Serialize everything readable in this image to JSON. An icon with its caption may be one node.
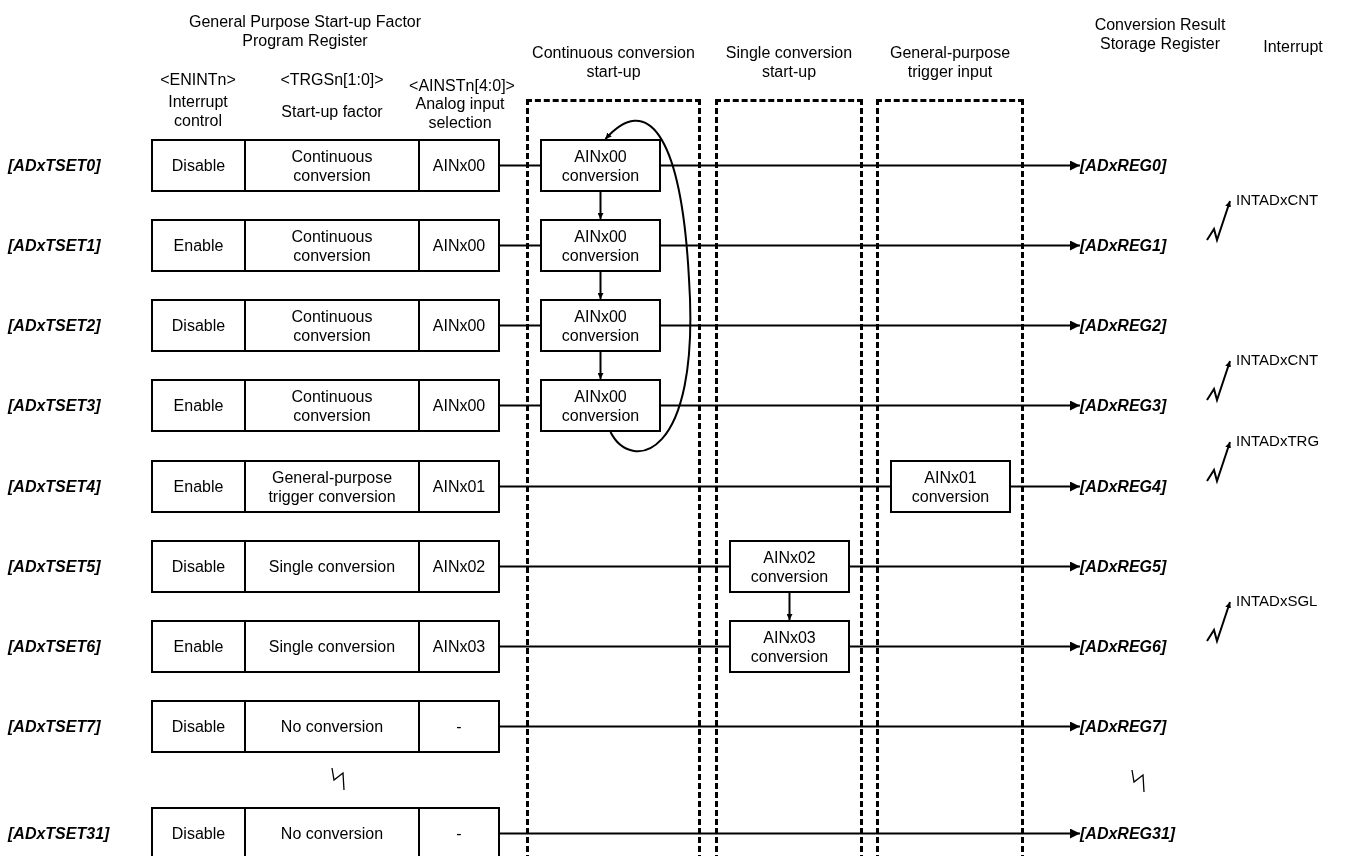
{
  "diagram": {
    "nodes": [
      {
        "text": [
          "Continuous conversion start-up"
        ]
      },
      {
        "text": [
          "Single conversion start-up"
        ]
      },
      {
        "text": [
          "General-purpose trigger input"
        ]
      },
      {
        "text": [
          "Disable"
        ]
      },
      {
        "text": [
          "Continuous conversion"
        ]
      },
      {
        "text": [
          "AINx00"
        ]
      },
      {
        "text": [
          "AINx00 conversion"
        ],
        "in": 0
      },
      {
        "text": [
          "[ADxREG0]"
        ]
      },
      {
        "text": [
          "Enable"
        ]
      },
      {
        "text": [
          "Continuous conversion"
        ]
      },
      {
        "text": [
          "AINx00"
        ]
      },
      {
        "text": [
          "AINx00 conversion"
        ],
        "in": 0
      },
      {
        "text": [
          "[ADxREG1]"
        ]
      },
      {
        "text": [
          "INTADxCNT"
        ]
      },
      {
        "text": [
          "Disable"
        ]
      },
      {
        "text": [
          "Continuous conversion"
        ]
      },
      {
        "text": [
          "AINx00"
        ]
      },
      {
        "text": [
          "AINx00 conversion"
        ],
        "in": 0
      },
      {
        "text": [
          "[ADxREG2]"
        ]
      },
      {
        "text": [
          "Enable"
        ]
      },
      {
        "text": [
          "Continuous conversion"
        ]
      },
      {
        "text": [
          "AINx00"
        ]
      },
      {
        "text": [
          "AINx00 conversion"
        ],
        "in": 0
      },
      {
        "text": [
          "[ADxREG3]"
        ]
      },
      {
        "text": [
          "INTADxCNT"
        ]
      },
      {
        "text": [
          "Enable"
        ]
      },
      {
        "text": [
          "General-purpose trigger conversion"
        ]
      },
      {
        "text": [
          "AINx01"
        ]
      },
      {
        "text": [
          "AINx01 conversion"
        ],
        "in": 2
      },
      {
        "text": [
          "[ADxREG4]"
        ]
      },
      {
        "text": [
          "INTADxTRG"
        ]
      },
      {
        "text": [
          "Disable"
        ]
      },
      {
        "text": [
          "Single conversion"
        ]
      },
      {
        "text": [
          "AINx02"
        ]
      },
      {
        "text": [
          "AINx02 conversion"
        ],
        "in": 1
      },
      {
        "text": [
          "[ADxREG5]"
        ]
      },
      {
        "text": [
          "Enable"
        ]
      },
      {
        "text": [
          "Single conversion"
        ]
      },
      {
        "text": [
          "AINx03"
        ]
      },
      {
        "text": [
          "AINx03 conversion"
        ],
        "in": 1
      },
      {
        "text": [
          "[ADxREG6]"
        ]
      },
      {
        "text": [
          "INTADxSGL"
        ]
      },
      {
        "text": [
          "Disable"
        ]
      },
      {
        "text": [
          "No conversion"
        ]
      },
      {
        "text": [
          "-"
        ]
      },
      {
        "text": [
          "[ADxREG7]"
        ]
      },
      {
        "text": [
          "Disable"
        ]
      },
      {
        "text": [
          "No conversion"
        ]
      },
      {
        "text": [
          "-"
        ]
      },
      {
        "text": [
          "[ADxREG31]"
        ]
      }
    ],
    "edges": [
      {
        "from": 5,
        "to": 6,
        "arrow": "none"
      },
      {
        "from": 6,
        "to": 7,
        "arrow": "to"
      },
      {
        "from": 10,
        "to": 11,
        "arrow": "none"
      },
      {
        "from": 11,
        "to": 12,
        "arrow": "to"
      },
      {
        "from": 12,
        "to": 13,
        "arrow": "to"
      },
      {
        "from": 16,
        "to": 17,
        "arrow": "none"
      },
      {
        "from": 17,
        "to": 18,
        "arrow": "to"
      },
      {
        "from": 21,
        "to": 22,
        "arrow": "none"
      },
      {
        "from": 22,
        "to": 23,
        "arrow": "to"
      },
      {
        "from": 23,
        "to": 24,
        "arrow": "to"
      },
      {
        "from": 27,
        "to": 28,
        "arrow": "none"
      },
      {
        "from": 28,
        "to": 29,
        "arrow": "to"
      },
      {
        "from": 29,
        "to": 30,
        "arrow": "to"
      },
      {
        "from": 33,
        "to": 34,
        "arrow": "none"
      },
      {
        "from": 34,
        "to": 35,
        "arrow": "to"
      },
      {
        "from": 38,
        "to": 39,
        "arrow": "none"
      },
      {
        "from": 39,
        "to": 40,
        "arrow": "to"
      },
      {
        "from": 40,
        "to": 41,
        "arrow": "to"
      },
      {
        "from": 44,
        "to": 45,
        "arrow": "to"
      },
      {
        "from": 48,
        "to": 49,
        "arrow": "to"
      },
      {
        "from": 6,
        "to": 11,
        "arrow": "to"
      },
      {
        "from": 11,
        "to": 17,
        "arrow": "to"
      },
      {
        "from": 17,
        "to": 22,
        "arrow": "to"
      },
      {
        "from": 22,
        "to": 6,
        "arrow": "to"
      },
      {
        "from": 34,
        "to": 39,
        "arrow": "to"
      }
    ],
    "labels": [
      "General Purpose Start-up Factor Program Register",
      "<ENINTn>",
      "Interrupt control",
      "<TRGSn[1:0]>",
      "Start-up factor",
      "<AINSTn[4:0]>",
      "Analog input selection",
      "Conversion Result Storage Register",
      "Interrupt",
      "[ADxTSET0]",
      "[ADxTSET1]",
      "[ADxTSET2]",
      "[ADxTSET3]",
      "[ADxTSET4]",
      "[ADxTSET5]",
      "[ADxTSET6]",
      "[ADxTSET7]",
      "[ADxTSET31]"
    ]
  }
}
